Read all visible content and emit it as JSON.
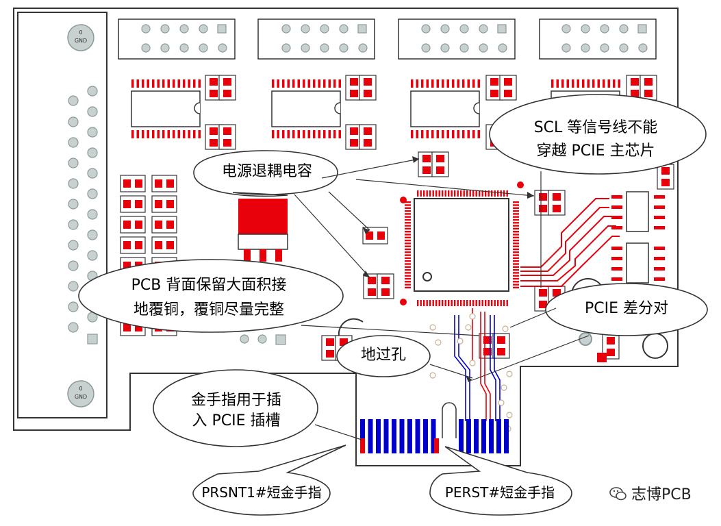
{
  "pcb": {
    "gnd_label": "GND",
    "gnd_value": "0"
  },
  "callouts": {
    "decoupling": "电源退耦电容",
    "scl_line1": "SCL 等信号线不能",
    "scl_line2": "穿越 PCIE 主芯片",
    "ground_line1": "PCB 背面保留大面积接",
    "ground_line2": "地覆铜，覆铜尽量完整",
    "pcie_diff": "PCIE 差分对",
    "via": "地过孔",
    "finger_line1": "金手指用于插",
    "finger_line2": "入 PCIE 插槽",
    "prsnt": "PRSNT1#短金手指",
    "perst": "PERST#短金手指"
  },
  "watermark": "志博PCB",
  "colors": {
    "board_outline": "#333333",
    "pad_red": "#e8000b",
    "trace_red": "#e8000b",
    "finger_blue": "#0000cc",
    "grey_pad": "#c8d0d0",
    "callout_fill": "#ffffff"
  }
}
